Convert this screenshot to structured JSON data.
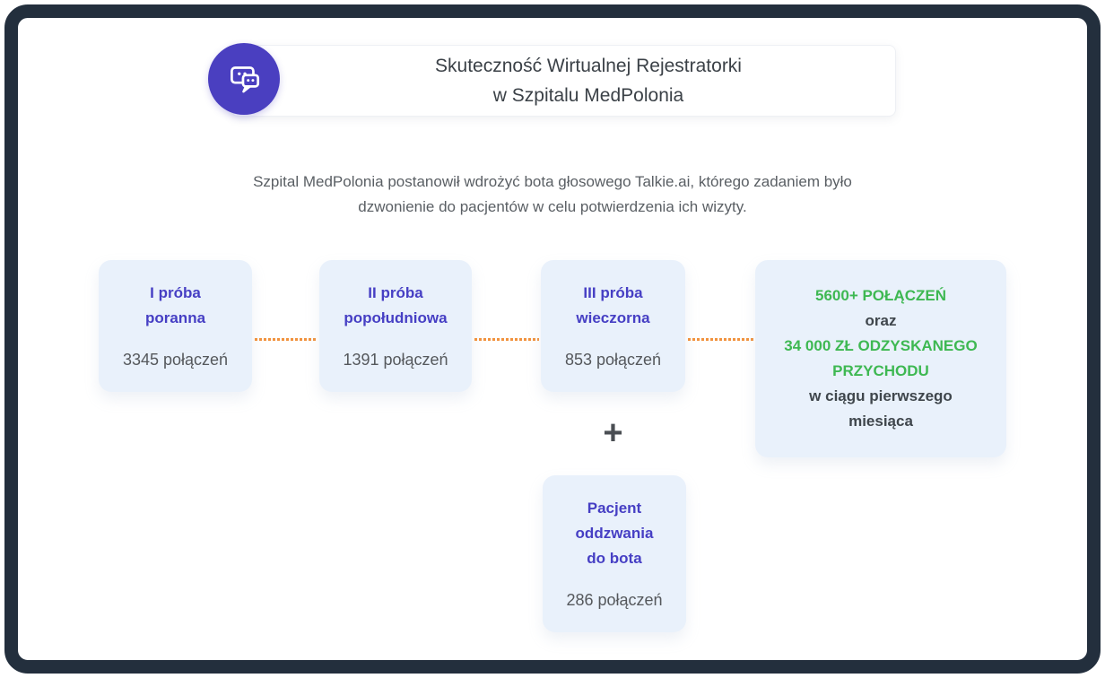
{
  "header": {
    "icon": "chat-bubbles-icon",
    "title_lines": [
      "Skuteczność Wirtualnej Rejestratorki",
      "w Szpitalu MedPolonia"
    ]
  },
  "intro_lines": [
    "Szpital MedPolonia postanowił wdrożyć bota głosowego Talkie.ai, którego zadaniem było",
    "dzwonienie do pacjentów w celu potwierdzenia ich wizyty."
  ],
  "steps": [
    {
      "title_lines": [
        "I próba",
        "poranna"
      ],
      "value": "3345 połączeń"
    },
    {
      "title_lines": [
        "II próba",
        "popołudniowa"
      ],
      "value": "1391 połączeń"
    },
    {
      "title_lines": [
        "III próba",
        "wieczorna"
      ],
      "value": "853 połączeń"
    }
  ],
  "plus_sign": "+",
  "callback_card": {
    "title_lines": [
      "Pacjent",
      "oddzwania",
      "do bota"
    ],
    "value": "286 połączeń"
  },
  "result": {
    "calls_line": "5600+ POŁĄCZEŃ",
    "conjunction": "oraz",
    "revenue_lines": [
      "34 000 ZŁ ODZYSKANEGO",
      "PRZYCHODU"
    ],
    "period_lines": [
      "w ciągu pierwszego",
      "miesiąca"
    ]
  },
  "colors": {
    "frame_navy": "#232F3D",
    "accent_purple": "#4A3FC0",
    "title_purple": "#463FC4",
    "accent_green": "#3EB852",
    "accent_orange": "#F1923E",
    "card_background": "#E9F1FB",
    "text_dark": "#3B4147",
    "text_gray": "#55585C"
  }
}
